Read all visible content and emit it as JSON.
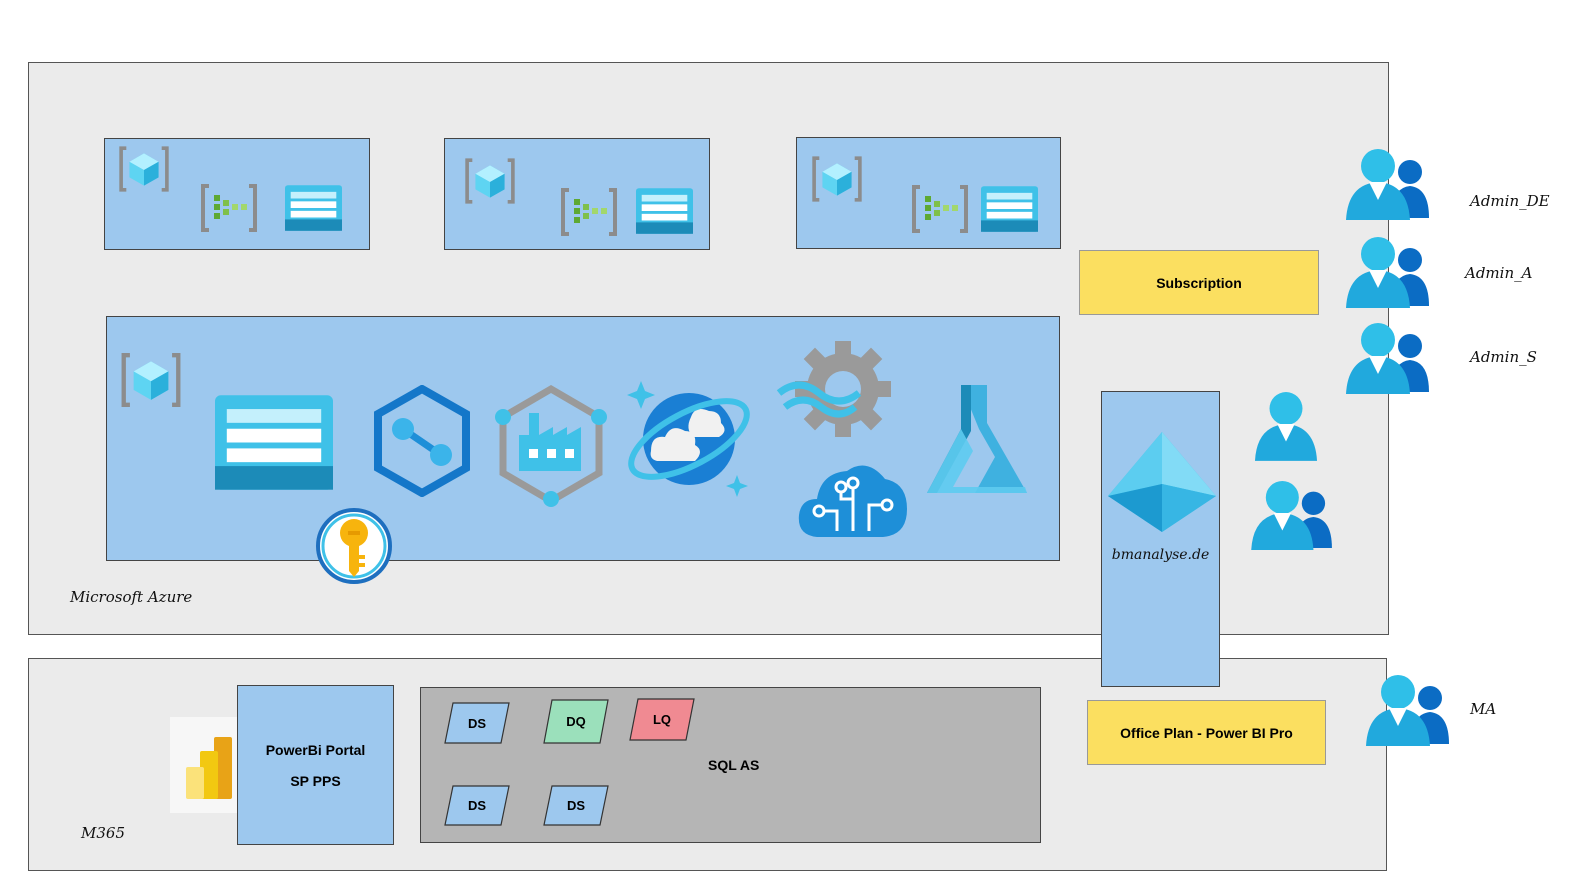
{
  "azure": {
    "label": "Microsoft Azure"
  },
  "m365": {
    "label": "M365"
  },
  "subscription": {
    "label": "Subscription"
  },
  "office_plan": {
    "label": "Office Plan - Power BI Pro"
  },
  "entra": {
    "label": "bmanalyse.de"
  },
  "powerbi_portal": {
    "line1": "PowerBi Portal",
    "line2": "SP PPS"
  },
  "sql_as": {
    "label": "SQL AS",
    "sources": [
      {
        "label": "DS",
        "color": "#9dc8ee"
      },
      {
        "label": "DQ",
        "color": "#9be0bb"
      },
      {
        "label": "LQ",
        "color": "#f08a92"
      },
      {
        "label": "DS",
        "color": "#9dc8ee"
      },
      {
        "label": "DS",
        "color": "#9dc8ee"
      }
    ]
  },
  "admins": [
    {
      "label": "Admin_DE"
    },
    {
      "label": "Admin_A"
    },
    {
      "label": "Admin_S"
    }
  ],
  "ma": {
    "label": "MA"
  },
  "icons": [
    "resource-group-icon",
    "event-hub-icon",
    "sql-database-icon",
    "synapse-icon",
    "data-factory-icon",
    "cosmos-db-icon",
    "stream-analytics-icon",
    "cognitive-services-icon",
    "machine-learning-icon",
    "key-vault-icon",
    "entra-id-icon",
    "power-bi-icon",
    "user-group-icon",
    "user-icon"
  ],
  "colors": {
    "container": "#ebebeb",
    "resource_box": "#9dc8ee",
    "highlight": "#fbdf60",
    "sql_box": "#b5b5b5"
  }
}
